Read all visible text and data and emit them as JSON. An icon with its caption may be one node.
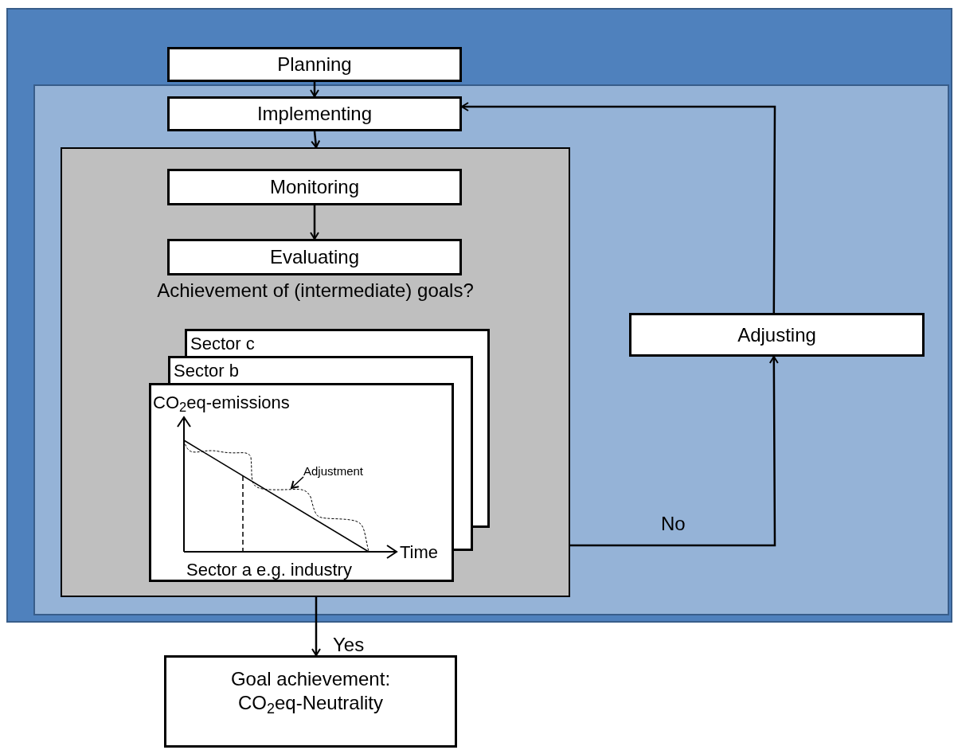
{
  "diagram": {
    "nodes": [
      {
        "text": [],
        "shape": "box"
      },
      {
        "text": [
          "Planning"
        ],
        "in": 0
      },
      {
        "text": [],
        "shape": "box",
        "in": 0
      },
      {
        "text": [
          "Implementing"
        ],
        "in": 2
      },
      {
        "text": [],
        "shape": "box",
        "in": 2
      },
      {
        "text": [
          "Monitoring"
        ],
        "in": 4
      },
      {
        "text": [
          "Evaluating"
        ],
        "in": 4
      },
      {
        "text": [
          "Sector c"
        ],
        "in": 4
      },
      {
        "text": [
          "Sector b"
        ],
        "in": 4
      },
      {
        "text": [
          "CO$_{2}$eq-emissions",
          "Sector a e.g. industry"
        ],
        "in": 4
      },
      {
        "text": [
          "Adjustment"
        ],
        "in": 9
      },
      {
        "text": [
          "Adjusting"
        ],
        "in": 2
      },
      {
        "text": [
          "Goal achievement: CO$_{2}$eq-Neutrality"
        ]
      }
    ],
    "edges": [
      {
        "from": 1,
        "to": 3,
        "arrow": "to"
      },
      {
        "from": 3,
        "to": 4,
        "arrow": "to"
      },
      {
        "from": 5,
        "to": 6,
        "arrow": "to"
      },
      {
        "from": 4,
        "to": 11,
        "arrow": "to",
        "label": "No"
      },
      {
        "from": 11,
        "to": 3,
        "arrow": "to"
      },
      {
        "from": 4,
        "to": 12,
        "arrow": "to",
        "label": "Yes"
      },
      {
        "from": 10,
        "to": null,
        "arrow": "to"
      }
    ],
    "labels": [
      "Achievement of (intermediate) goals?",
      "Time"
    ]
  }
}
